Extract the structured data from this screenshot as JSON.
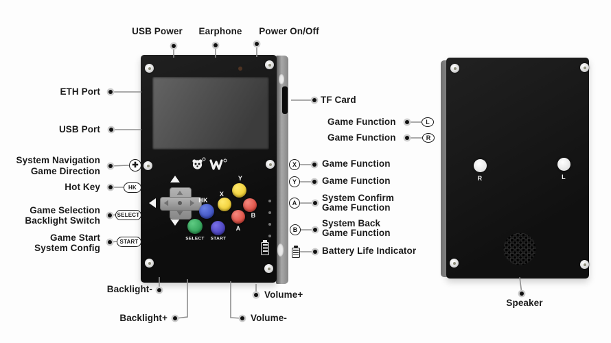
{
  "callouts": {
    "usb_power": "USB Power",
    "earphone": "Earphone",
    "power_on_off": "Power On/Off",
    "eth_port": "ETH Port",
    "usb_port": "USB Port",
    "system_navigation": {
      "line1": "System Navigation",
      "line2": "Game Direction"
    },
    "hot_key": "Hot Key",
    "game_selection": {
      "line1": "Game Selection",
      "line2": "Backlight Switch"
    },
    "game_start": {
      "line1": "Game Start",
      "line2": "System Config"
    },
    "tf_card": "TF Card",
    "game_function_l": "Game Function",
    "game_function_r": "Game Function",
    "game_function_x": "Game Function",
    "game_function_y": "Game Function",
    "system_confirm": {
      "line1": "System Confirm",
      "line2": "Game Function"
    },
    "system_back": {
      "line1": "System Back",
      "line2": "Game Function"
    },
    "battery_life": "Battery Life Indicator",
    "backlight_minus": "Backlight-",
    "backlight_plus": "Backlight+",
    "volume_plus": "Volume+",
    "volume_minus": "Volume-",
    "speaker": "Speaker"
  },
  "badges": {
    "dpad": "✚",
    "hk": "HK",
    "select": "SELECT",
    "start": "START",
    "l": "L",
    "r": "R",
    "x": "X",
    "y": "Y",
    "a": "A",
    "b": "B"
  },
  "device_front": {
    "labels": {
      "hk": "HK",
      "select": "SELECT",
      "start": "START",
      "x": "X",
      "y": "Y",
      "a": "A",
      "b": "B"
    }
  },
  "device_back": {
    "labels": {
      "r": "R",
      "l": "L"
    }
  },
  "colors": {
    "body": "#161616",
    "side_edge": "#8f8f8f",
    "screen": "#4f4f4f",
    "dpad": "#9f9f9f",
    "button_hk_blue": "#3a4fc6",
    "button_select_green": "#2aa257",
    "button_start_indigo": "#4a42c4",
    "button_xy_yellow": "#f3cf2a",
    "button_ab_red": "#e2544a",
    "leader_line": "#8f8f8f",
    "label_text": "#1b1b1b"
  }
}
